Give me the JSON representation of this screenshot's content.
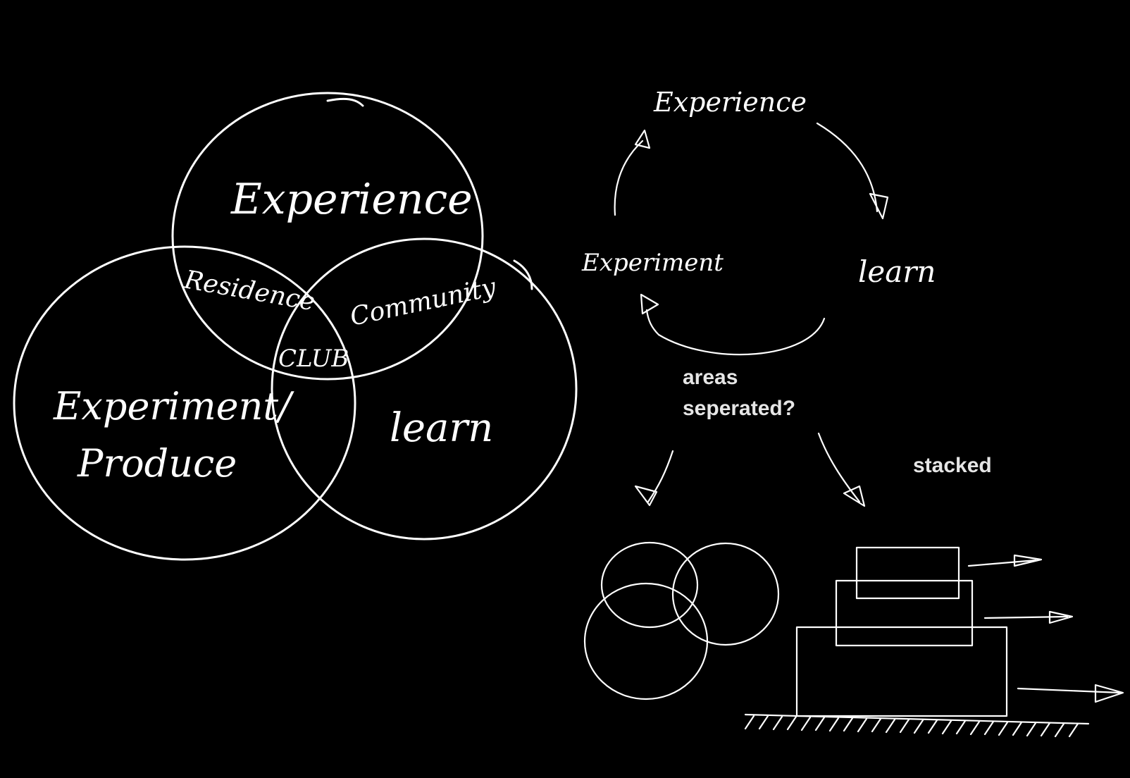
{
  "venn": {
    "experience": "Experience",
    "experiment_produce_line1": "Experiment/",
    "experiment_produce_line2": "Produce",
    "learn": "learn",
    "residence": "Residence",
    "community": "Community",
    "club": "CLUB"
  },
  "cycle": {
    "experience": "Experience",
    "learn": "learn",
    "experiment": "Experiment"
  },
  "notes": {
    "areas_line1": "areas",
    "areas_line2": "seperated?",
    "stacked": "stacked"
  },
  "colors": {
    "background": "#000000",
    "ink": "#ffffff",
    "typed_text": "#e6e6e6"
  }
}
